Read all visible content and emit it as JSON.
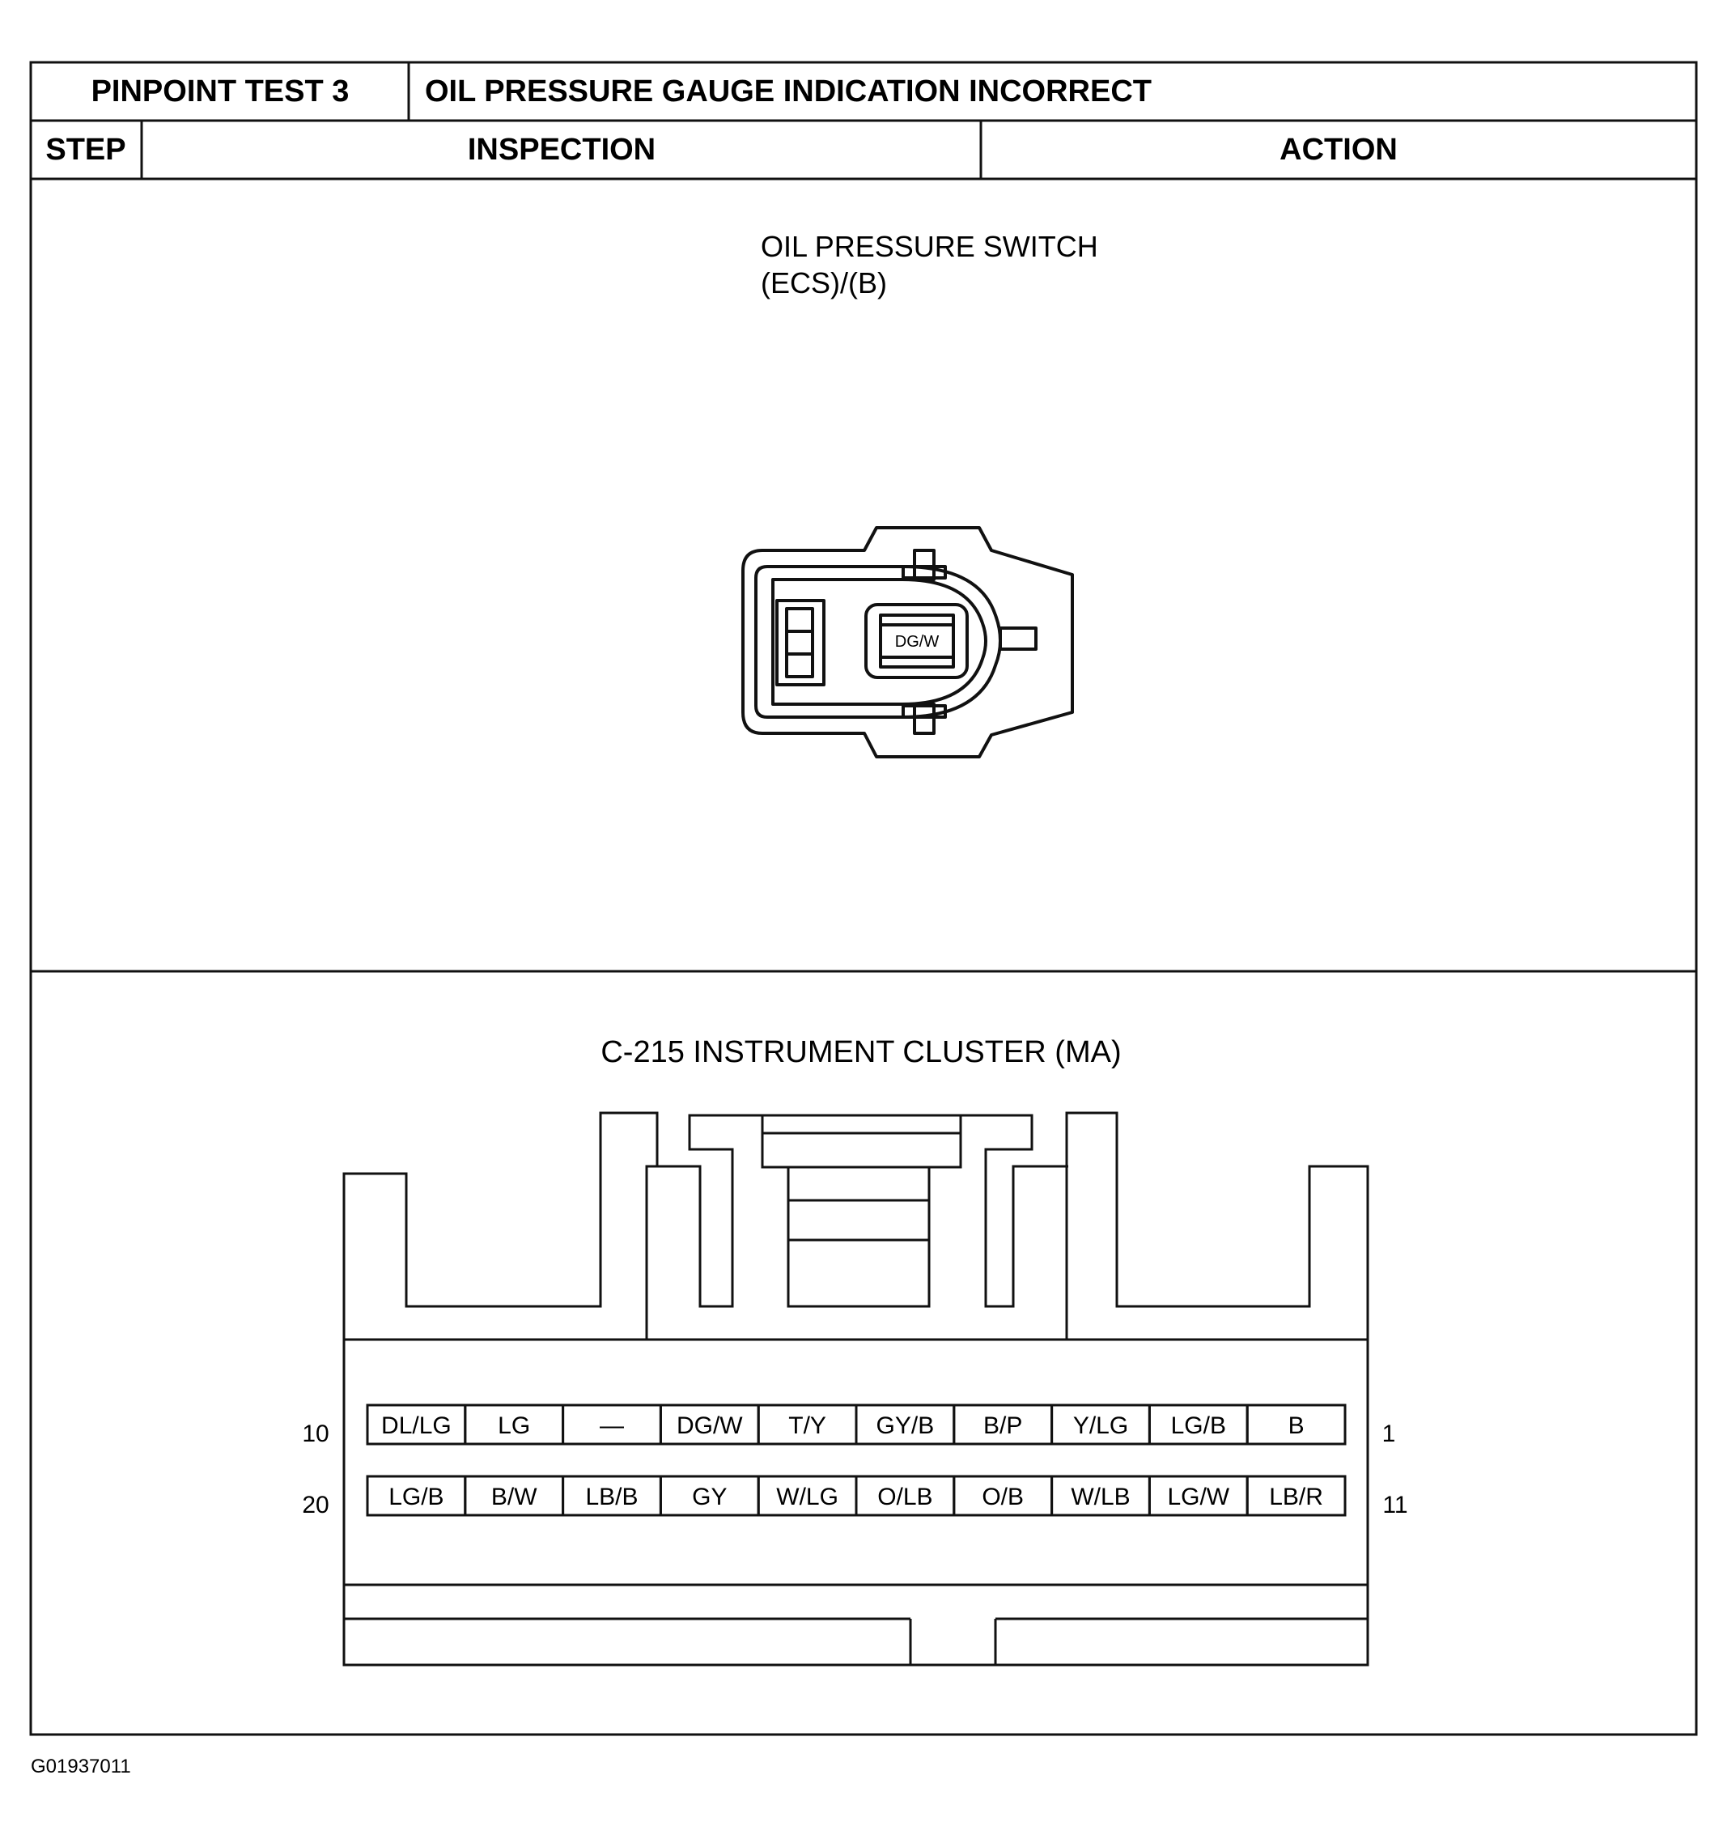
{
  "header": {
    "test_label": "PINPOINT TEST 3",
    "test_title": "OIL PRESSURE GAUGE INDICATION INCORRECT",
    "col_step": "STEP",
    "col_inspection": "INSPECTION",
    "col_action": "ACTION"
  },
  "oil_switch": {
    "title_line1": "OIL PRESSURE SWITCH",
    "title_line2": "(ECS)/(B)",
    "terminal_label": "DG/W"
  },
  "cluster": {
    "title": "C-215 INSTRUMENT CLUSTER (MA)",
    "row1_start": "10",
    "row1_end": "1",
    "row2_start": "20",
    "row2_end": "11",
    "row1": [
      "DL/LG",
      "LG",
      "—",
      "DG/W",
      "T/Y",
      "GY/B",
      "B/P",
      "Y/LG",
      "LG/B",
      "B"
    ],
    "row2": [
      "LG/B",
      "B/W",
      "LB/B",
      "GY",
      "W/LG",
      "O/LB",
      "O/B",
      "W/LB",
      "LG/W",
      "LB/R"
    ]
  },
  "figure_id": "G01937011"
}
